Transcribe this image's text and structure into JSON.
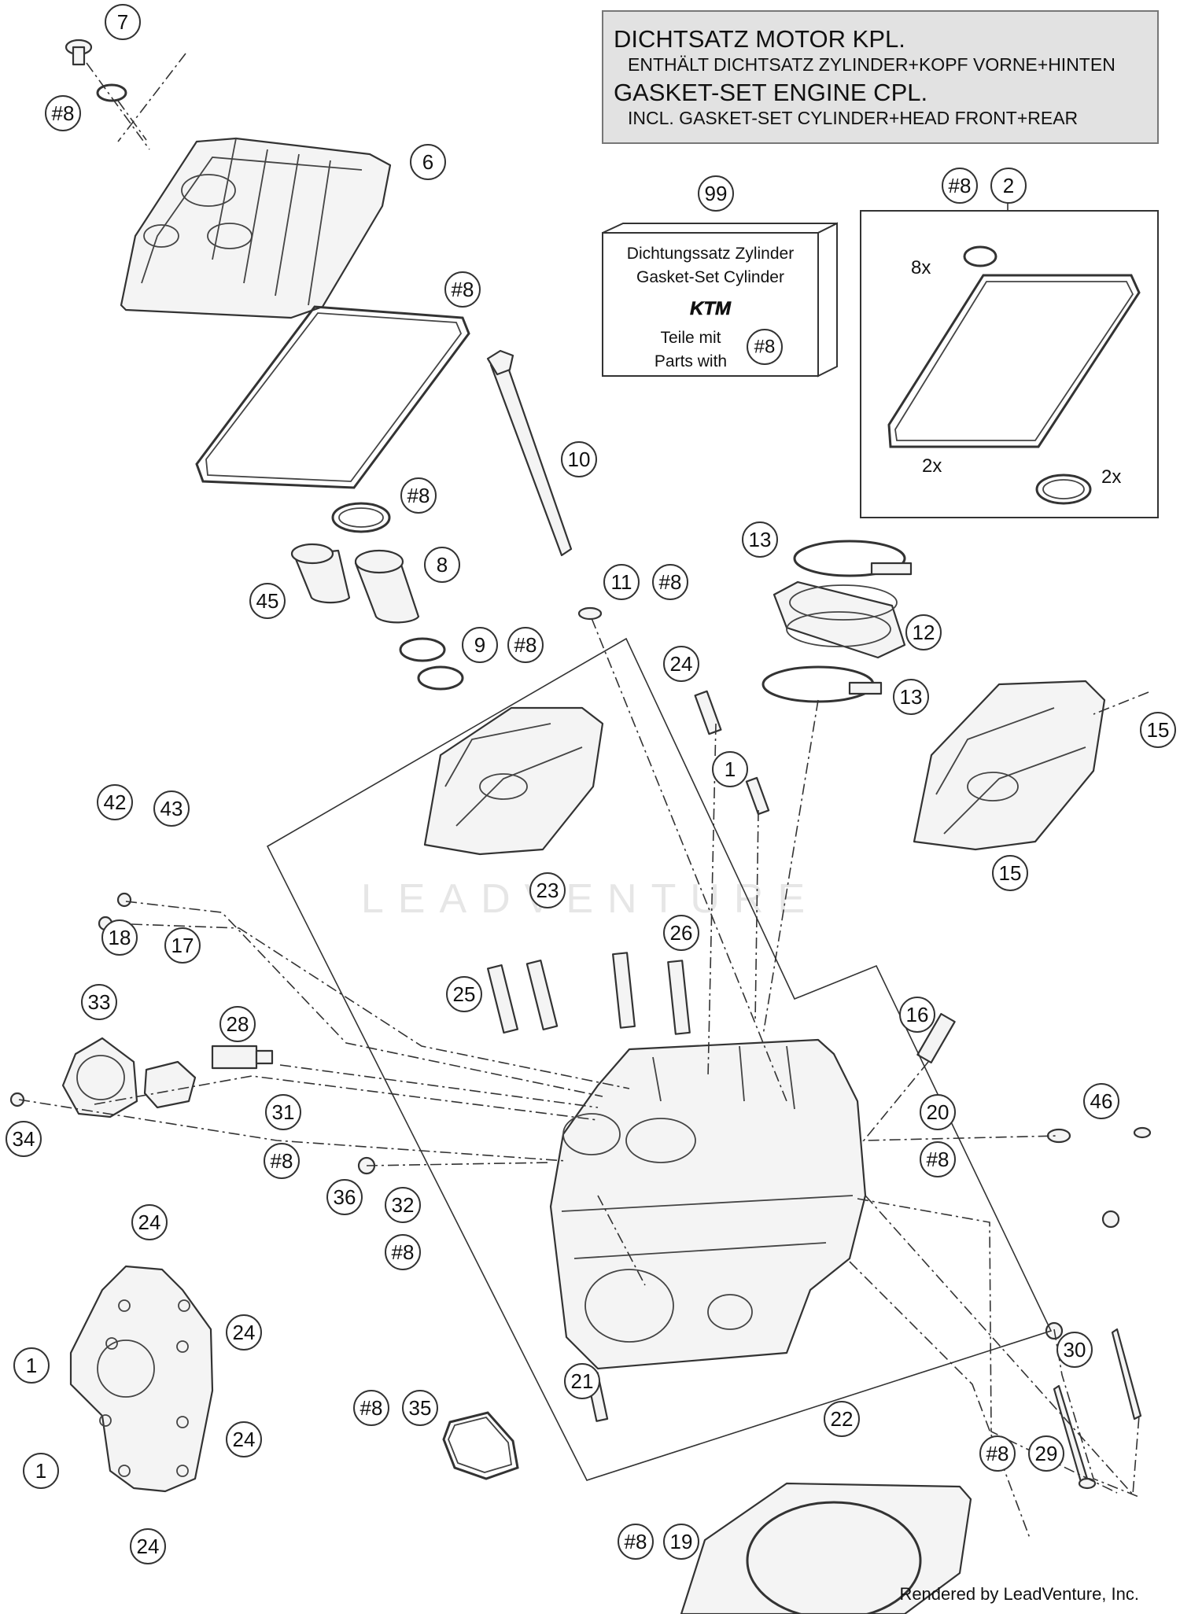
{
  "info_box": {
    "line1": "DICHTSATZ MOTOR KPL.",
    "line2": "ENTHÄLT DICHTSATZ ZYLINDER+KOPF VORNE+HINTEN",
    "line3": "GASKET-SET ENGINE CPL.",
    "line4": "INCL. GASKET-SET CYLINDER+HEAD FRONT+REAR"
  },
  "kit_box": {
    "line1": "Dichtungssatz Zylinder",
    "line2": "Gasket-Set Cylinder",
    "logo": "KTM",
    "line3": "Teile mit",
    "line4": "Parts with",
    "ref": "#8"
  },
  "qty": {
    "q1": "8x",
    "q2": "2x",
    "q3": "2x"
  },
  "watermark": "LEADVENTURE",
  "credit": "Rendered by LeadVenture, Inc.",
  "labels": {
    "l7": "7",
    "l8a": "#8",
    "l6": "6",
    "l8b": "#8",
    "l99": "99",
    "l8c": "#8",
    "l2": "2",
    "l10": "10",
    "l8d": "#8",
    "l8e": "8",
    "l45": "45",
    "l11": "11",
    "l8f": "#8",
    "l9": "9",
    "l8g": "#8",
    "l13a": "13",
    "l12": "12",
    "l13b": "13",
    "l24a": "24",
    "l1a": "1",
    "l15a": "15",
    "l15b": "15",
    "l42": "42",
    "l43": "43",
    "l23": "23",
    "l18": "18",
    "l17": "17",
    "l26": "26",
    "l25": "25",
    "l33": "33",
    "l28": "28",
    "l16": "16",
    "l46": "46",
    "l20": "20",
    "l8h": "#8",
    "l31": "31",
    "l34": "34",
    "l8i": "#8",
    "l36": "36",
    "l32": "32",
    "l8j": "#8",
    "l24b": "24",
    "l24c": "24",
    "l1b": "1",
    "l24d": "24",
    "l1c": "1",
    "l24e": "24",
    "l21": "21",
    "l8k": "#8",
    "l35": "35",
    "l22": "22",
    "l30": "30",
    "l8l": "#8",
    "l29": "29",
    "l8m": "#8",
    "l19": "19"
  }
}
